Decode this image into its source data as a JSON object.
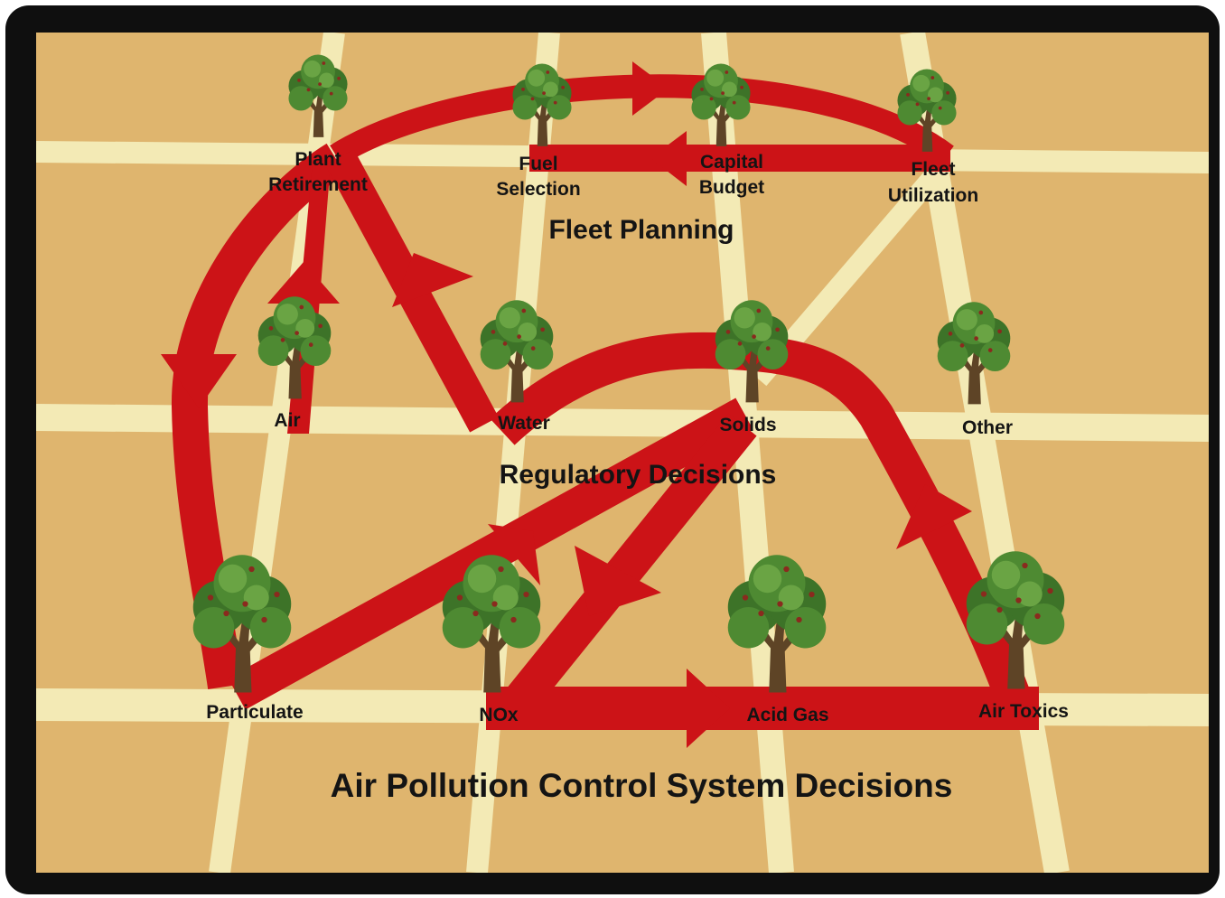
{
  "colors": {
    "frame": "#0f0f0f",
    "ground": "#dfb56e",
    "road": "#f3eab5",
    "flow": "#cc1317",
    "canopy": "#4e8a32",
    "trunk": "#5e4426"
  },
  "nodes": {
    "plant_retirement": {
      "line1": "Plant",
      "line2": "Retirement"
    },
    "fuel_selection": {
      "line1": "Fuel",
      "line2": "Selection"
    },
    "capital_budget": {
      "line1": "Capital",
      "line2": "Budget"
    },
    "fleet_utilization": {
      "line1": "Fleet",
      "line2": "Utilization"
    },
    "air": "Air",
    "water": "Water",
    "solids": "Solids",
    "other": "Other",
    "particulate": "Particulate",
    "nox": "NOx",
    "acid_gas": "Acid Gas",
    "air_toxics": "Air Toxics"
  },
  "regions": {
    "fleet_planning": "Fleet Planning",
    "regulatory_decisions": "Regulatory Decisions",
    "apc_decisions": "Air Pollution Control System Decisions"
  },
  "trees": [
    {
      "node": "plant_retirement",
      "icon": "tree-icon"
    },
    {
      "node": "fuel_selection",
      "icon": "tree-icon"
    },
    {
      "node": "capital_budget",
      "icon": "tree-icon"
    },
    {
      "node": "fleet_utilization",
      "icon": "tree-icon"
    },
    {
      "node": "air",
      "icon": "tree-icon"
    },
    {
      "node": "water",
      "icon": "tree-icon"
    },
    {
      "node": "solids",
      "icon": "tree-icon"
    },
    {
      "node": "other",
      "icon": "tree-icon"
    },
    {
      "node": "particulate",
      "icon": "tree-icon"
    },
    {
      "node": "nox",
      "icon": "tree-icon"
    },
    {
      "node": "acid_gas",
      "icon": "tree-icon"
    },
    {
      "node": "air_toxics",
      "icon": "tree-icon"
    }
  ],
  "flows": [
    {
      "from": "plant_retirement",
      "to": "fleet_utilization"
    },
    {
      "from": "fleet_utilization",
      "to": "fuel_selection"
    },
    {
      "from": "plant_retirement",
      "to": "particulate"
    },
    {
      "from": "air",
      "to": "plant_retirement"
    },
    {
      "from": "water",
      "to": "plant_retirement"
    },
    {
      "from": "water",
      "to": "air_toxics"
    },
    {
      "from": "particulate",
      "to": "solids"
    },
    {
      "from": "solids",
      "to": "nox"
    },
    {
      "from": "nox",
      "to": "air_toxics"
    }
  ]
}
